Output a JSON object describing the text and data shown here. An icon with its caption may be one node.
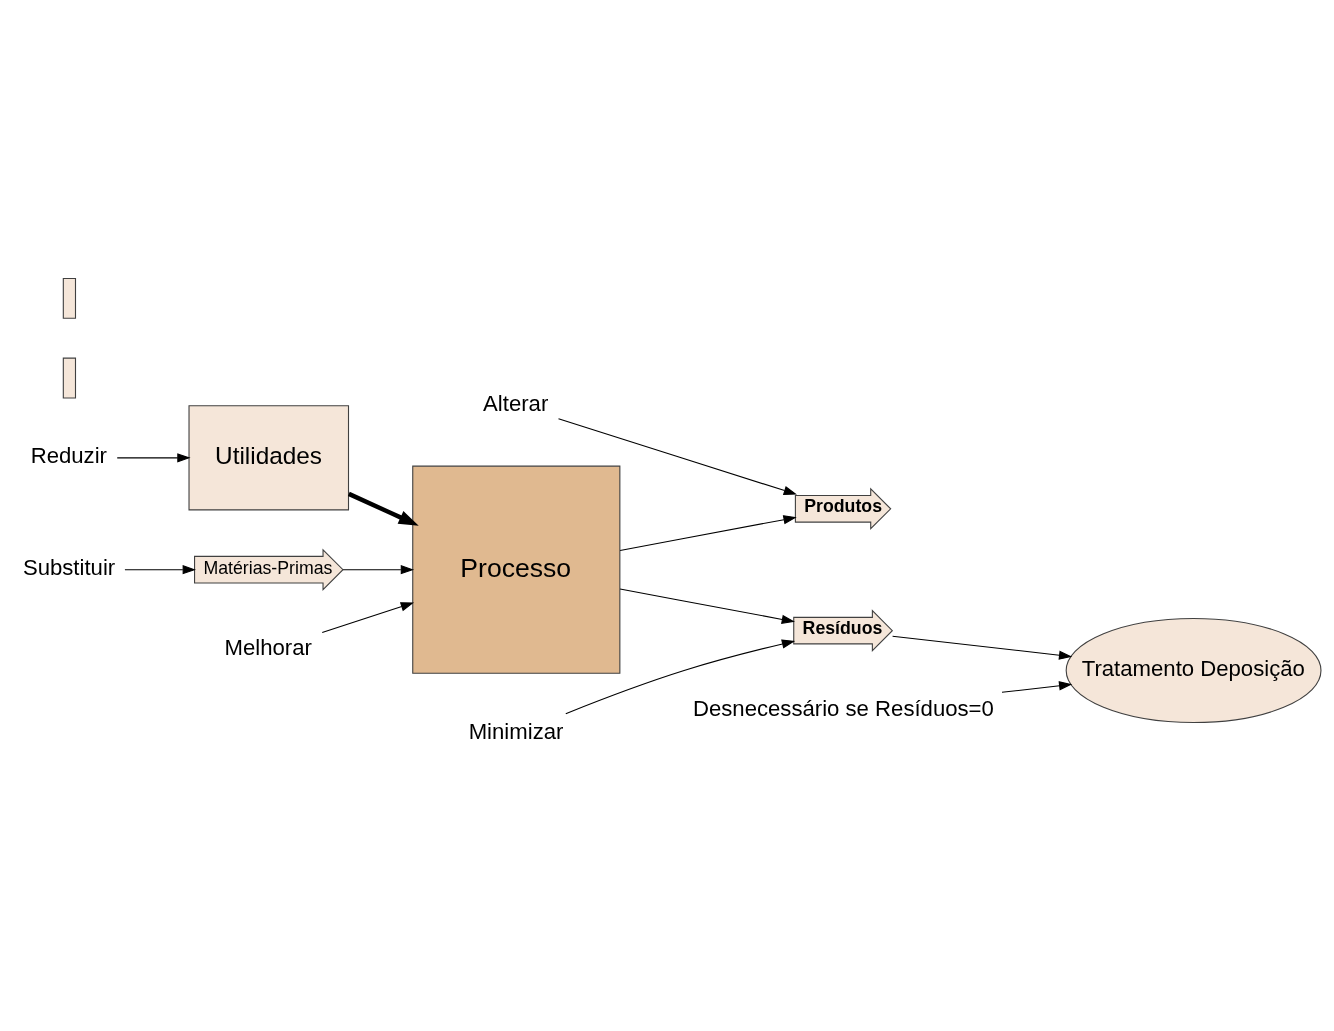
{
  "diagram": {
    "nodes": [
      {
        "text": [
          "Reduzir"
        ]
      },
      {
        "text": [
          "Utilidades"
        ]
      },
      {
        "text": [
          "Substituir"
        ]
      },
      {
        "text": [],
        "shape": "box"
      },
      {
        "text": [],
        "shape": "box"
      },
      {
        "text": [
          "Matérias-Primas"
        ]
      },
      {
        "text": [
          "Processo"
        ]
      },
      {
        "text": [
          "Alterar"
        ]
      },
      {
        "text": [
          "Produtos"
        ]
      },
      {
        "text": [
          "Resíduos"
        ]
      },
      {
        "text": [
          "Tratamento Deposição"
        ]
      },
      {
        "text": [
          "Melhorar"
        ]
      },
      {
        "text": [
          "Minimizar"
        ]
      },
      {
        "text": [
          "Desnecessário se Resíduos=0"
        ]
      }
    ],
    "edges": [
      {
        "from": 0,
        "to": 1,
        "arrow": "to"
      },
      {
        "from": 1,
        "to": 6,
        "arrow": "to",
        "style": "thick"
      },
      {
        "from": 2,
        "to": 5,
        "arrow": "to"
      },
      {
        "from": 5,
        "to": 6,
        "arrow": "to"
      },
      {
        "from": 6,
        "to": 8,
        "arrow": "to"
      },
      {
        "from": 6,
        "to": 9,
        "arrow": "to"
      },
      {
        "from": 9,
        "to": 10,
        "arrow": "to"
      },
      {
        "from": 7,
        "to": 8,
        "arrow": "to"
      },
      {
        "from": 11,
        "to": 6,
        "arrow": "to"
      },
      {
        "from": 12,
        "to": 9,
        "arrow": "to"
      },
      {
        "from": 13,
        "to": 10,
        "arrow": "to"
      }
    ]
  }
}
